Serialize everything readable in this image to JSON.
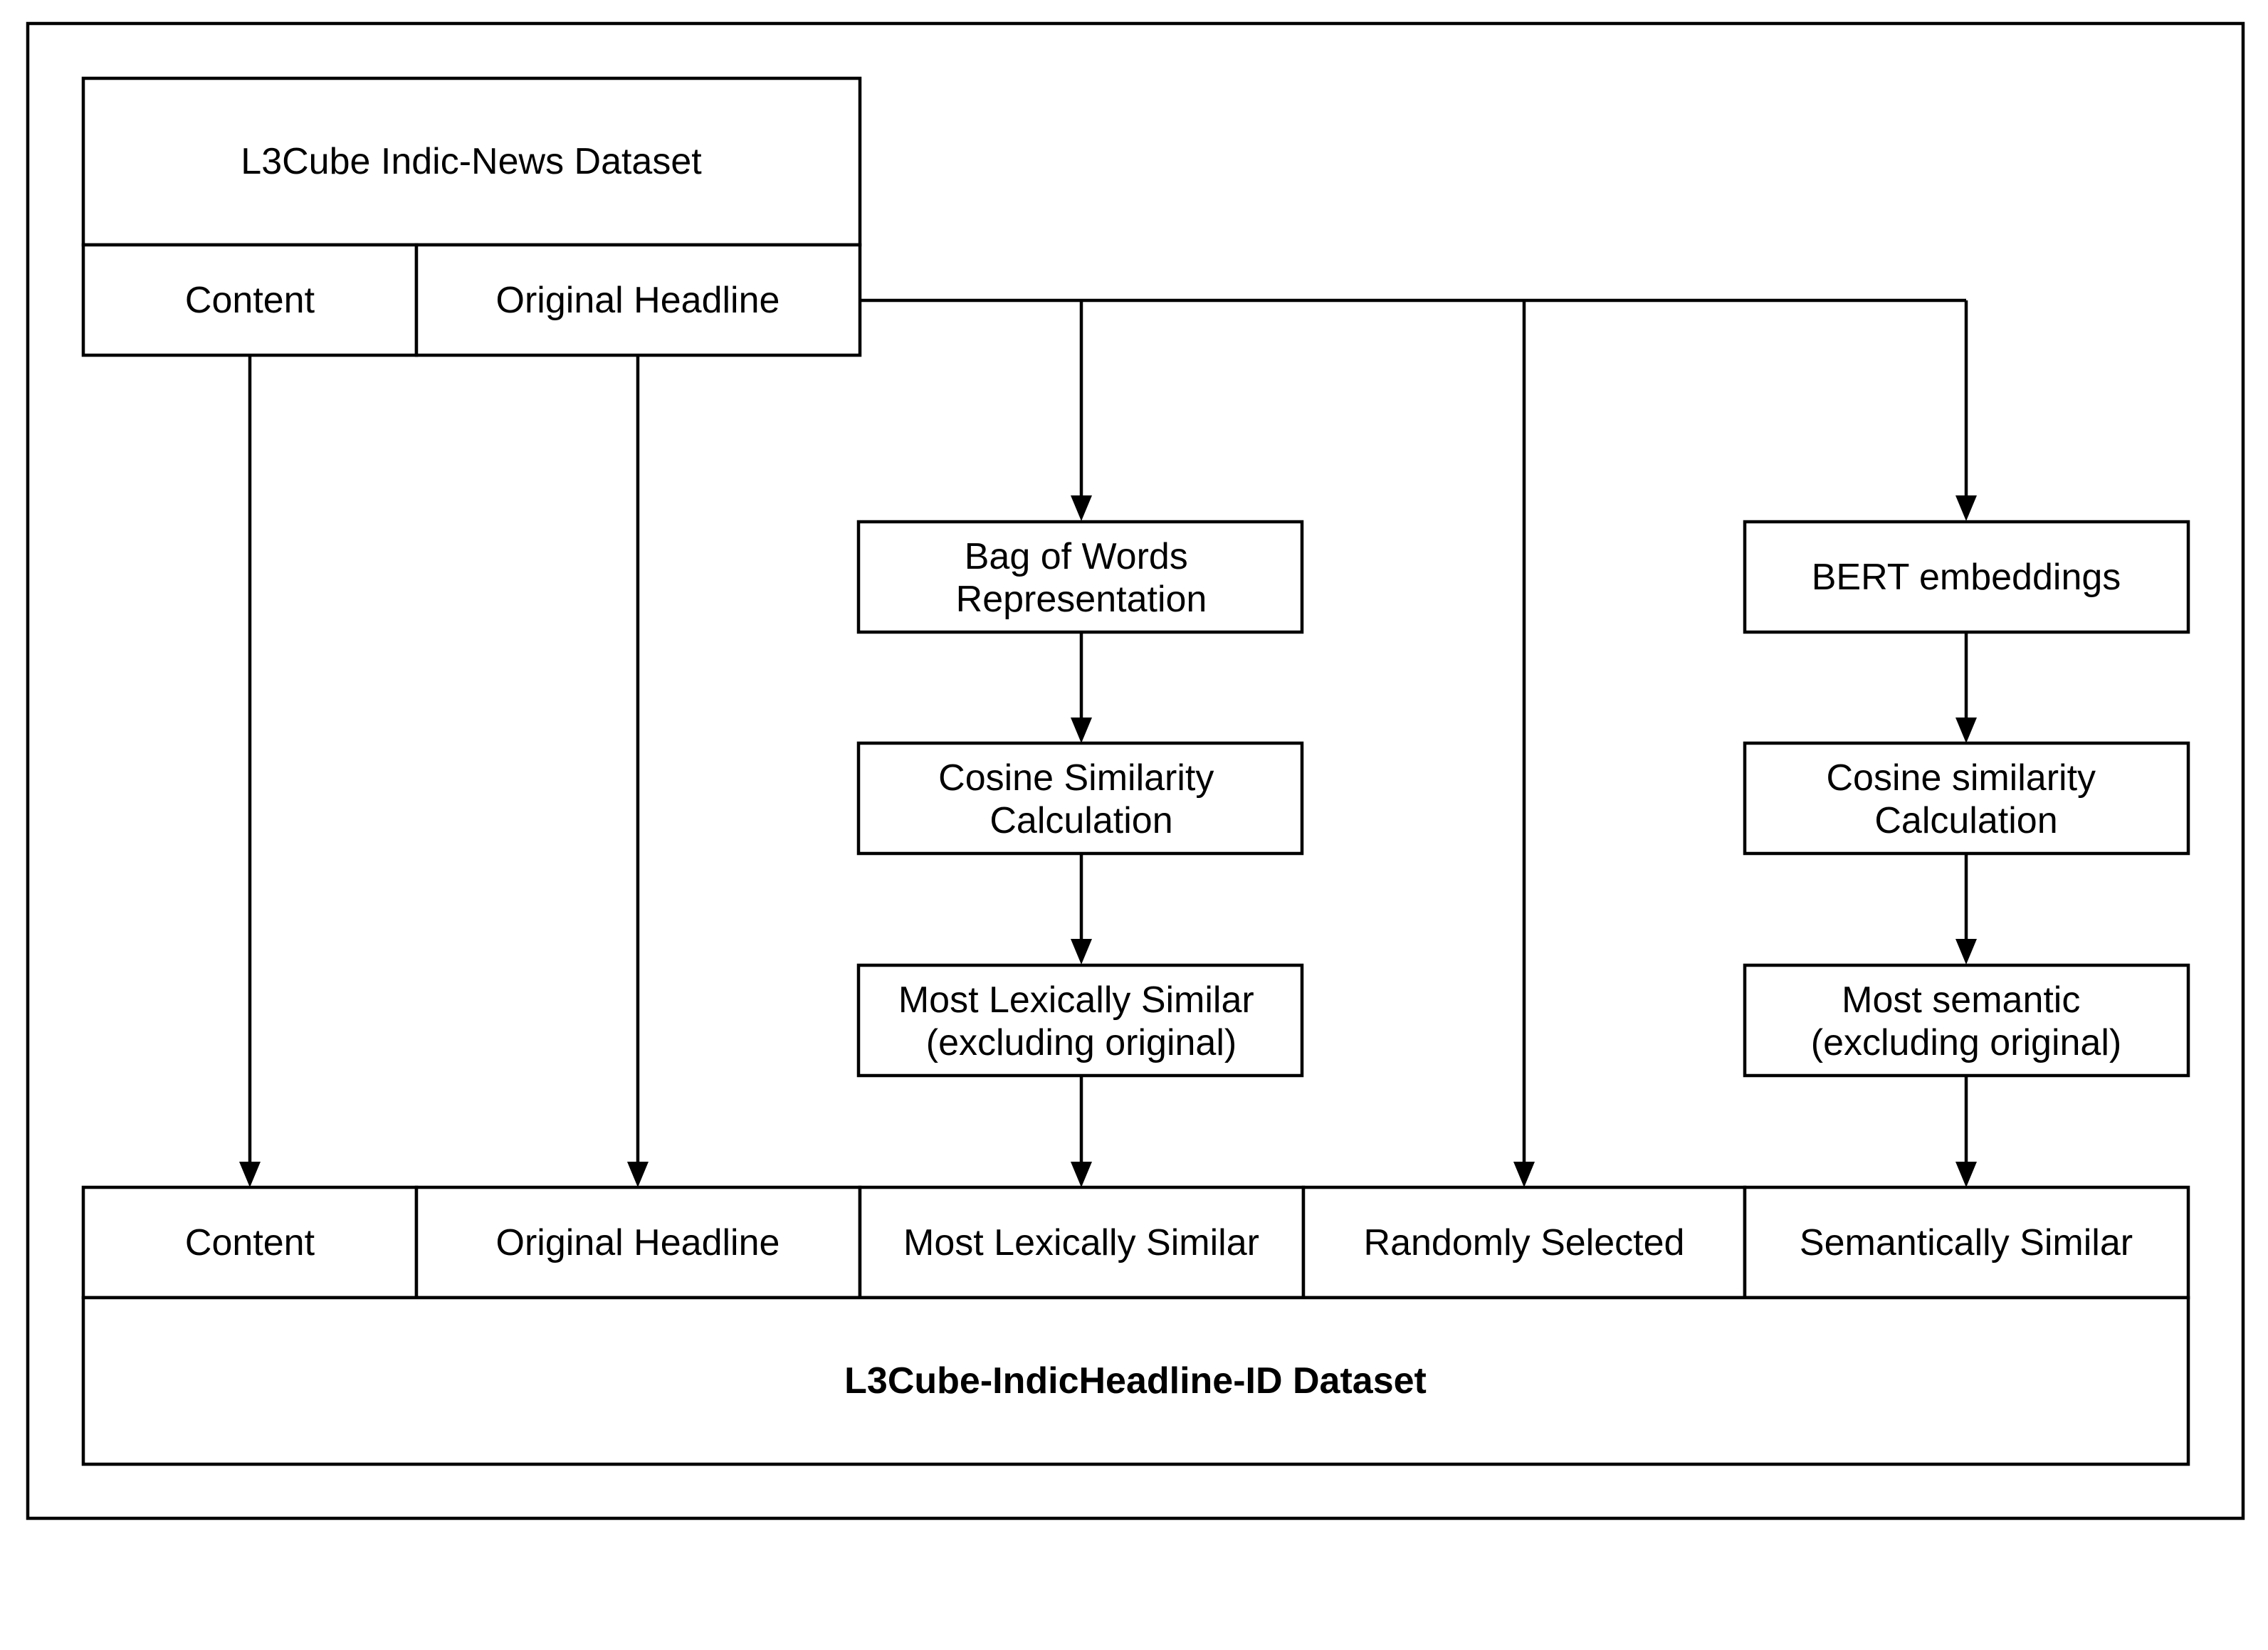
{
  "source_dataset": {
    "title": "L3Cube Indic-News Dataset",
    "columns": [
      "Content",
      "Original Headline"
    ]
  },
  "lexical_pipeline": {
    "steps": [
      [
        "Bag of Words",
        "Representation"
      ],
      [
        "Cosine Similarity",
        "Calculation"
      ],
      [
        "Most Lexically Similar",
        "(excluding original)"
      ]
    ]
  },
  "semantic_pipeline": {
    "steps": [
      [
        "BERT embeddings"
      ],
      [
        "Cosine similarity",
        "Calculation"
      ],
      [
        "Most semantic",
        "(excluding original)"
      ]
    ]
  },
  "output_dataset": {
    "title": "L3Cube-IndicHeadline-ID Dataset",
    "columns": [
      "Content",
      "Original Headline",
      "Most Lexically Similar",
      "Randomly Selected",
      "Semantically Similar"
    ]
  }
}
